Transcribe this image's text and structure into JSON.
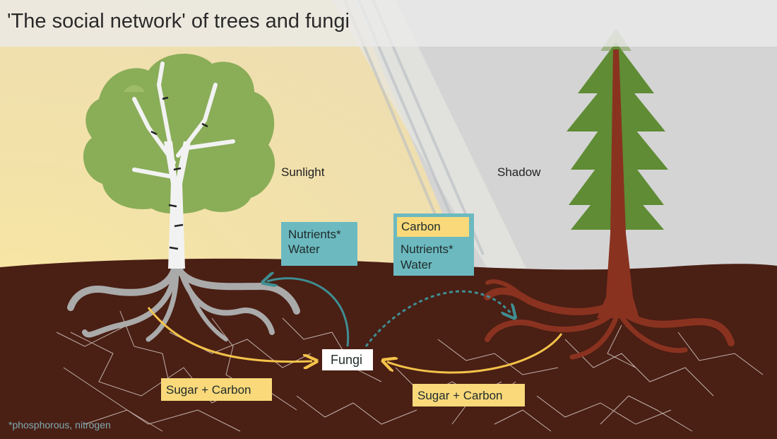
{
  "title": "'The social network' of trees and fungi",
  "labels": {
    "sunlight": "Sunlight",
    "shadow": "Shadow"
  },
  "boxes": {
    "left_transfer": {
      "line1": "Nutrients*",
      "line2": "Water"
    },
    "right_transfer": {
      "carbon": "Carbon",
      "line1": "Nutrients*",
      "line2": "Water"
    },
    "fungi": "Fungi",
    "sugar_left": "Sugar + Carbon",
    "sugar_right": "Sugar + Carbon"
  },
  "footnote": "*phosphorous, nitrogen",
  "colors": {
    "sunlight_bg": "#f5e4a8",
    "shadow_bg": "#d6d6d6",
    "soil": "#4a1f14",
    "birch_foliage": "#8aad58",
    "pine_foliage": "#5f8c34",
    "pine_trunk": "#8a3220",
    "teal_arrow": "#3f8e92",
    "yellow_arrow": "#f4c34a",
    "teal_box": "#6cbac0",
    "yellow_box": "#f9d97a"
  }
}
